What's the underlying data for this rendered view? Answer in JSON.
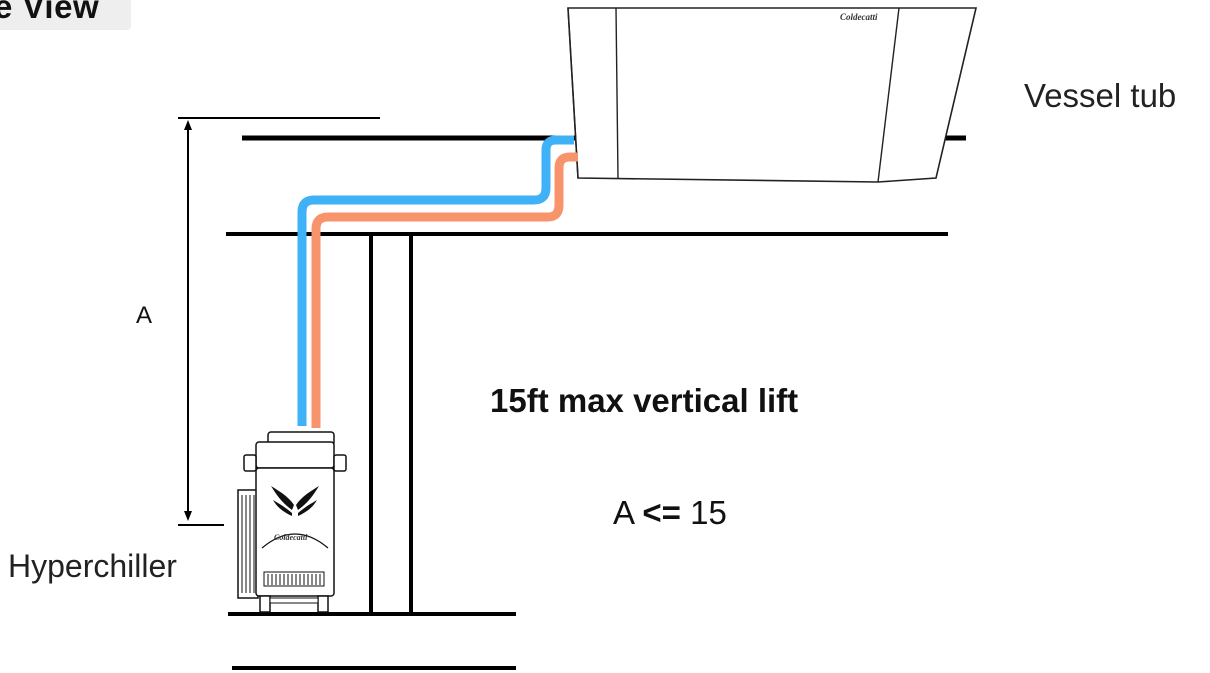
{
  "view_title": "e View",
  "labels": {
    "vessel": "Vessel tub",
    "hyperchiller": "Hyperchiller",
    "dimension": "A",
    "max_lift": "15ft max vertical lift",
    "constraint_var": "A",
    "constraint_op": "<=",
    "constraint_value": "15"
  },
  "logos": {
    "vessel_brand": "Coldecatti",
    "chiller_brand": "Coldecatti"
  },
  "colors": {
    "line": "#000000",
    "supply_pipe": "#3eb1f7",
    "return_pipe": "#f7946c",
    "tag_bg": "#eeeeee"
  }
}
